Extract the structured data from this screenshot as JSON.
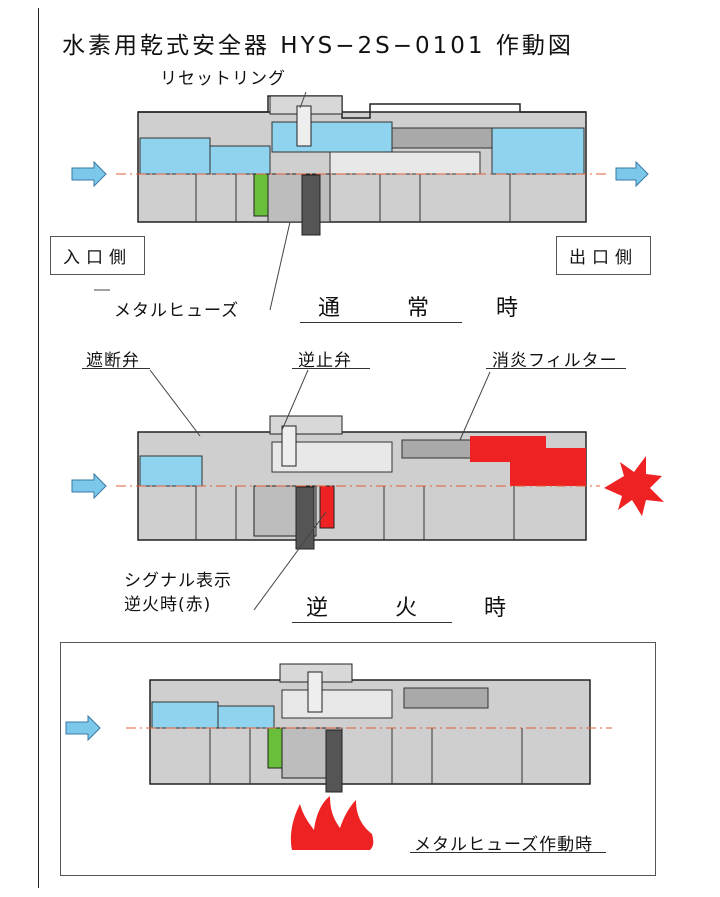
{
  "title": "水素用乾式安全器 HYS−2S−0101 作動図",
  "labels": {
    "reset_ring": "リセットリング",
    "inlet": "入口側",
    "outlet": "出口側",
    "metal_fuse": "メタルヒューズ",
    "shutoff_valve": "遮断弁",
    "check_valve": "逆止弁",
    "flame_filter": "消炎フィルター",
    "signal_line1": "シグナル表示",
    "signal_line2": "逆火時(赤)"
  },
  "states": {
    "normal": "通 常 時",
    "backfire": "逆 火 時",
    "fuse_activated": "メタルヒューズ作動時"
  },
  "colors": {
    "gas_blue": "#8fd3ee",
    "arrow_blue": "#7cc8ea",
    "body_gray": "#c9c9c9",
    "green_fuse": "#6abf3a",
    "fire_red": "#ee2222"
  }
}
